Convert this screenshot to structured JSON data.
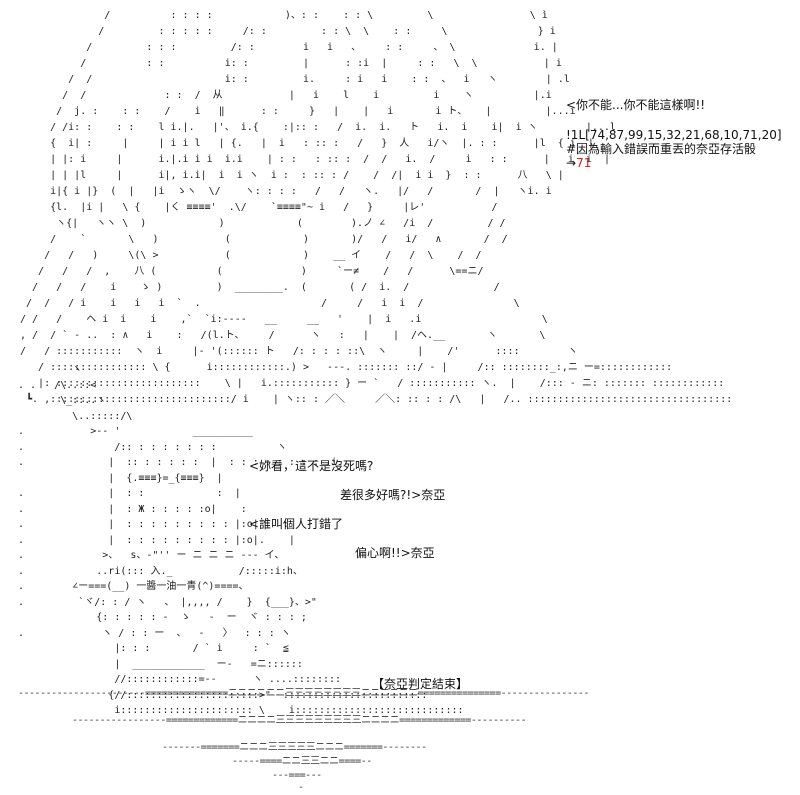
{
  "top_panel": {
    "dialogue": "<你不能...你不能這樣啊!!",
    "dice_command": "!1L[74,87,99,15,32,21,68,10,71,20]",
    "dice_caption": "#因為輸入錯誤而重丟的奈亞存活骰",
    "dice_arrow": "→",
    "dice_result": "71"
  },
  "bottom_panel": {
    "line1": "<妳看，這不是沒死嗎?",
    "line2": "差很多好嗎?!>奈亞",
    "line3": "<誰叫個人打錯了",
    "line4": "偏心啊!!>奈亞",
    "conclusion": "【奈亞判定結束】"
  },
  "art": {
    "sign_text": "一醬一油一青",
    "face_symbol": "Ж"
  }
}
